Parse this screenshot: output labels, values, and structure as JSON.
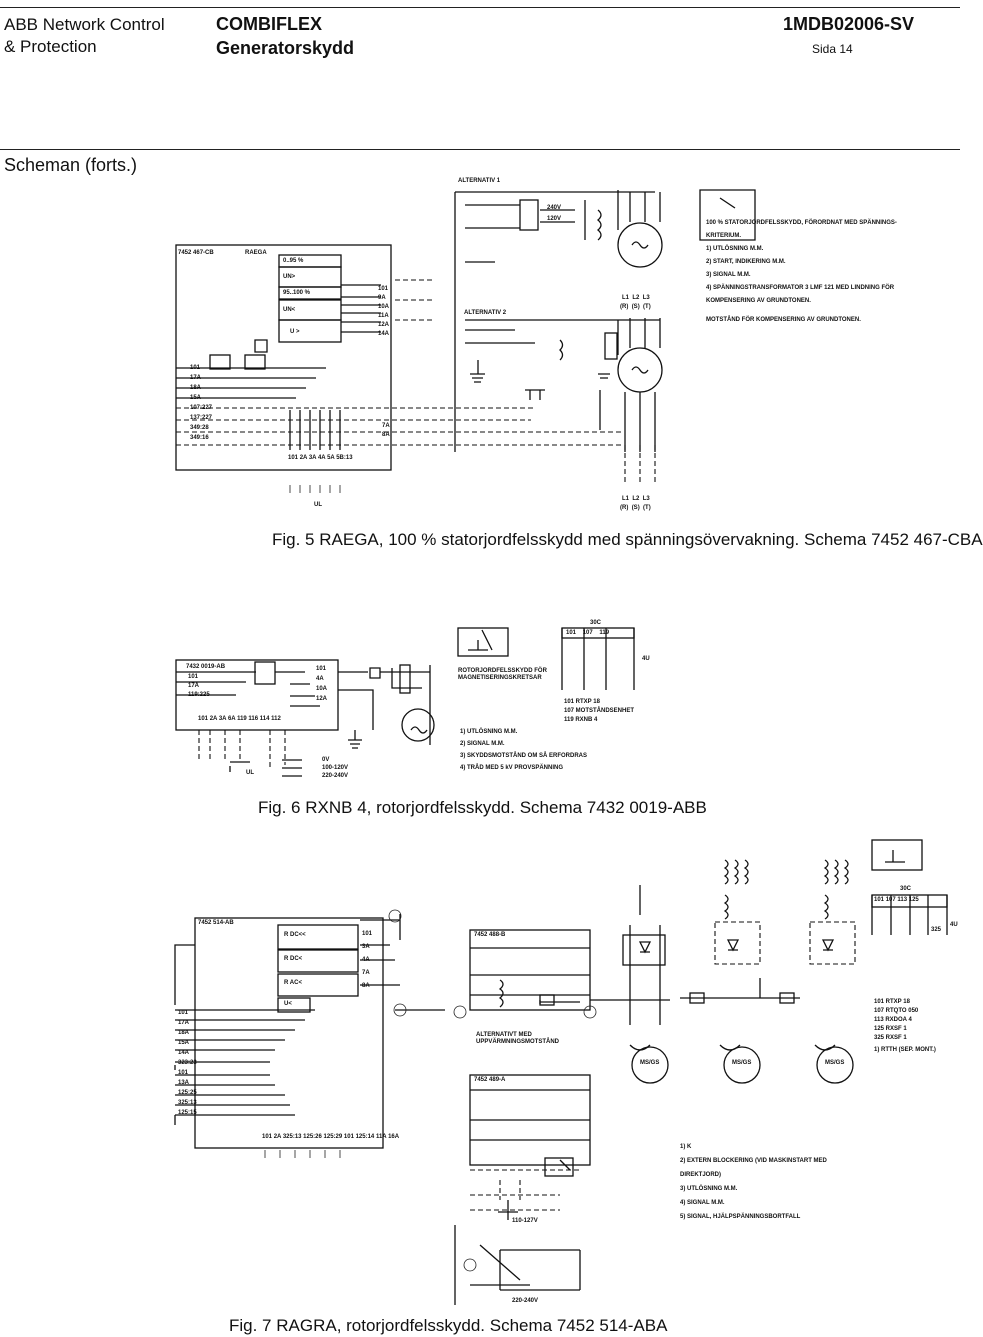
{
  "header": {
    "company_line1": "ABB Network Control",
    "company_line2": "& Protection",
    "product": "COMBIFLEX",
    "subtitle": "Generatorskydd",
    "doc_number": "1MDB02006-SV",
    "page": "Sida 14"
  },
  "section_title": "Scheman (forts.)",
  "fig5": {
    "caption": "Fig. 5 RAEGA, 100 % statorjordfelsskydd med spänningsövervakning. Schema 7452 467-CBA",
    "labels": {
      "alt1": "ALTERNATIV 1",
      "alt2": "ALTERNATIV 2",
      "code": "7452 467-CB",
      "device": "RAEGA",
      "pct": "0..95 %",
      "range": "95..100 %",
      "un_gt": "UN>",
      "un_lt": "UN<",
      "u_gt": "U >",
      "v240": "240V",
      "v120": "120V",
      "terminals_right": [
        "101",
        "9A",
        "10A",
        "11A",
        "12A",
        "14A"
      ],
      "terminals_left": [
        "101",
        "17A",
        "18A",
        "15A",
        "107:227",
        "137:227",
        "349:28",
        "349:16"
      ],
      "terminals_low": [
        "7A",
        "8A"
      ],
      "bottom_terms": [
        "101",
        "2A",
        "3A",
        "4A",
        "5A",
        "5B:13"
      ],
      "phases": [
        "L1",
        "L2",
        "L3"
      ],
      "phases_paren": [
        "(R)",
        "(S)",
        "(T)"
      ],
      "ul": "UL",
      "notes": [
        "100 % STATORJORDFELSSKYDD, FÖRORDNAT MED SPÄNNINGS-KRITERIUM.",
        "1)  UTLÖSNING M.M.",
        "2)  START, INDIKERING M.M.",
        "3)  SIGNAL M.M.",
        "4)  SPÄNNINGSTRANSFORMATOR 3 LMF 121 MED LINDNING FÖR KOMPENSERING AV GRUNDTONEN.",
        "MOTSTÅND FÖR KOMPENSERING AV GRUNDTONEN."
      ]
    }
  },
  "fig6": {
    "caption": "Fig. 6 RXNB 4, rotorjordfelsskydd. Schema 7432 0019-ABB",
    "labels": {
      "code": "7432 0019-AB",
      "terms_left": [
        "101",
        "17A",
        "119:225"
      ],
      "terms_right": [
        "101",
        "4A",
        "10A",
        "12A"
      ],
      "bottom_terms": [
        "101",
        "2A",
        "3A",
        "6A",
        "119",
        "116",
        "114",
        "112"
      ],
      "ov": "0V",
      "v1": "100-120V",
      "v2": "220-240V",
      "ul": "UL",
      "title_box": "ROTORJORDFELSSKYDD FÖR MAGNETISERINGSKRETSAR",
      "box30c": "30C",
      "box_terms": [
        "101",
        "107",
        "119"
      ],
      "au": "4U",
      "rtxp": [
        "101 RTXP 18",
        "107 MOTSTÅNDSENHET",
        "119 RXNB 4"
      ],
      "notes": [
        "1)  UTLÖSNING M.M.",
        "2)  SIGNAL M.M.",
        "3)  SKYDDSMOTSTÅND OM SÅ ERFORDRAS",
        "4)  TRÅD MED 5 kV PROVSPÄNNING"
      ]
    }
  },
  "fig7": {
    "caption": "Fig. 7 RAGRA, rotorjordfelsskydd. Schema 7452 514-ABA",
    "labels": {
      "code": "7452 514-AB",
      "relay_dc1": "R DC<<",
      "relay_dc2": "R DC<",
      "relay_ac": "R AC<",
      "u_lt": "U<",
      "code2": "7452 488-B",
      "code3": "7452 489-A",
      "alt_text": "ALTERNATIVT MED UPPVÄRMNINGSMOTSTÅND",
      "v_low": "110-127V",
      "v_high": "220-240V",
      "ms": "MS/GS",
      "box30c": "30C",
      "box_terms": [
        "101",
        "107",
        "113",
        "125",
        "325"
      ],
      "au": "4U",
      "terms_left": [
        "101",
        "17A",
        "18A",
        "15A",
        "14A",
        "323:23",
        "101",
        "13A",
        "125:25",
        "325:13",
        "125:15"
      ],
      "terms_top": [
        "101",
        "3A",
        "4A",
        "7A",
        "8A"
      ],
      "bottom_terms": [
        "101",
        "2A",
        "325:13",
        "125:26",
        "125:29",
        "101",
        "125:14",
        "11A",
        "16A"
      ],
      "rtxp": [
        "101  RTXP 18",
        "107  RTQTO 050",
        "113  RXDOA 4",
        "125  RXSF 1",
        "325  RXSF 1"
      ],
      "rtxp_note": "1)  RTTH (SEP. MONT.)",
      "notes": [
        "1)  K",
        "2)  EXTERN BLOCKERING (VID MASKINSTART MED DIREKTJORD)",
        "3)  UTLÖSNING M.M.",
        "4)  SIGNAL M.M.",
        "5)  SIGNAL, HJÄLPSPÄNNINGSBORTFALL"
      ]
    }
  }
}
